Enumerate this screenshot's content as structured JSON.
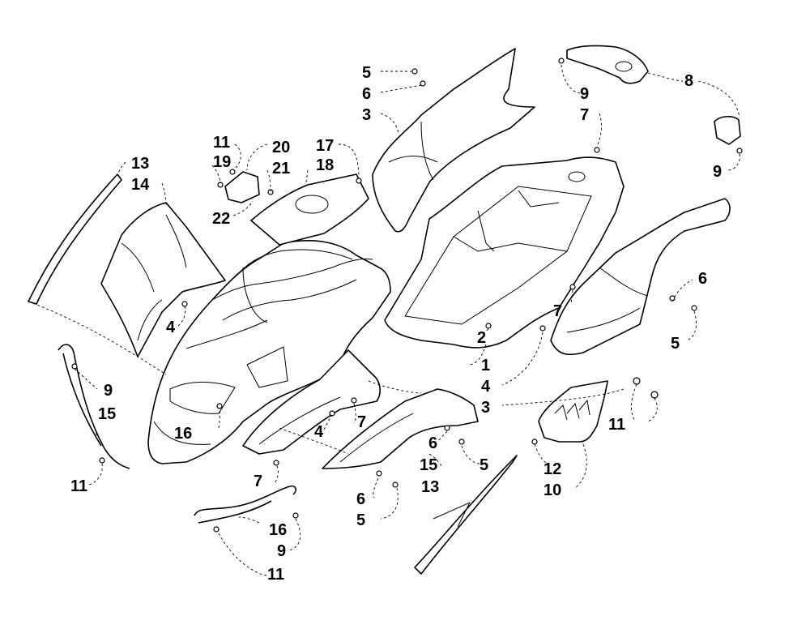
{
  "diagram": {
    "callouts": [
      {
        "id": "c1",
        "text": "1"
      },
      {
        "id": "c2",
        "text": "2"
      },
      {
        "id": "c3a",
        "text": "3"
      },
      {
        "id": "c3b",
        "text": "3"
      },
      {
        "id": "c4a",
        "text": "4"
      },
      {
        "id": "c4b",
        "text": "4"
      },
      {
        "id": "c4c",
        "text": "4"
      },
      {
        "id": "c5a",
        "text": "5"
      },
      {
        "id": "c5b",
        "text": "5"
      },
      {
        "id": "c5c",
        "text": "5"
      },
      {
        "id": "c5d",
        "text": "5"
      },
      {
        "id": "c6a",
        "text": "6"
      },
      {
        "id": "c6b",
        "text": "6"
      },
      {
        "id": "c6c",
        "text": "6"
      },
      {
        "id": "c6d",
        "text": "6"
      },
      {
        "id": "c7a",
        "text": "7"
      },
      {
        "id": "c7b",
        "text": "7"
      },
      {
        "id": "c7c",
        "text": "7"
      },
      {
        "id": "c7d",
        "text": "7"
      },
      {
        "id": "c8",
        "text": "8"
      },
      {
        "id": "c9a",
        "text": "9"
      },
      {
        "id": "c9b",
        "text": "9"
      },
      {
        "id": "c9c",
        "text": "9"
      },
      {
        "id": "c9d",
        "text": "9"
      },
      {
        "id": "c10",
        "text": "10"
      },
      {
        "id": "c11a",
        "text": "11"
      },
      {
        "id": "c11b",
        "text": "11"
      },
      {
        "id": "c11c",
        "text": "11"
      },
      {
        "id": "c11d",
        "text": "11"
      },
      {
        "id": "c12",
        "text": "12"
      },
      {
        "id": "c13a",
        "text": "13"
      },
      {
        "id": "c13b",
        "text": "13"
      },
      {
        "id": "c14",
        "text": "14"
      },
      {
        "id": "c15a",
        "text": "15"
      },
      {
        "id": "c15b",
        "text": "15"
      },
      {
        "id": "c16a",
        "text": "16"
      },
      {
        "id": "c16b",
        "text": "16"
      },
      {
        "id": "c17",
        "text": "17"
      },
      {
        "id": "c18",
        "text": "18"
      },
      {
        "id": "c19",
        "text": "19"
      },
      {
        "id": "c20",
        "text": "20"
      },
      {
        "id": "c21",
        "text": "21"
      },
      {
        "id": "c22",
        "text": "22"
      }
    ]
  }
}
